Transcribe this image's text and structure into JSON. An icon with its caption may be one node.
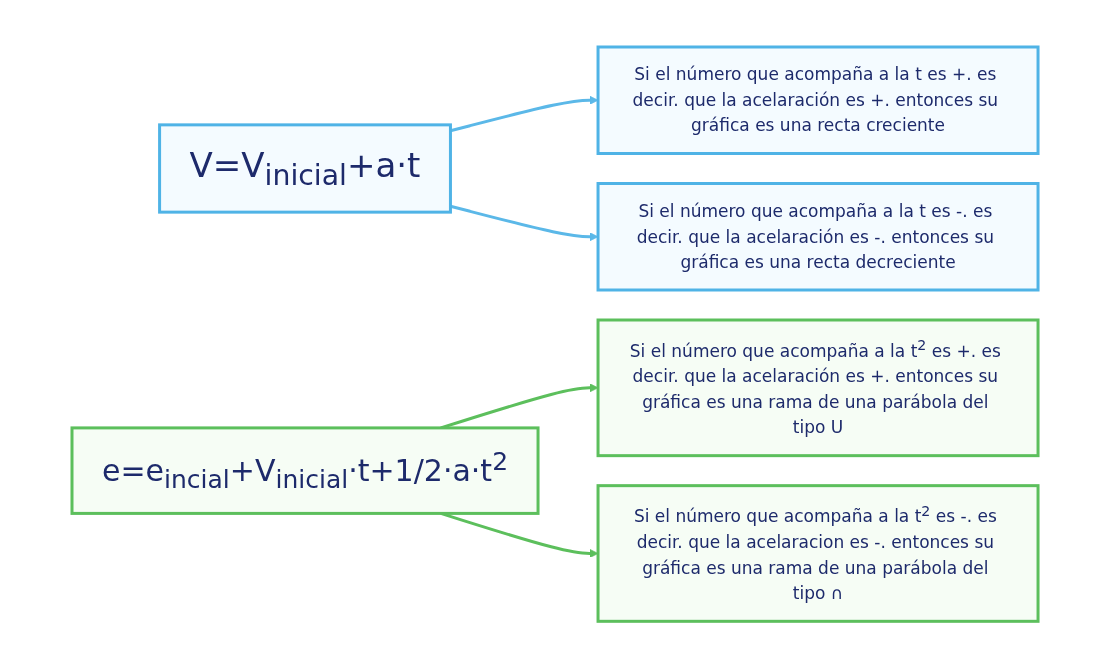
{
  "diagram": {
    "nodes": [
      {
        "text": [
          "V=V$_{inicial}$+a·t"
        ]
      },
      {
        "text": [
          "Si el número que acompaña a la t es +. es decir. que la acelaración es +. entonces su gráfica es una recta creciente"
        ]
      },
      {
        "text": [
          "Si el número que acompaña a la t es -. es decir. que la acelaración es -. entonces su gráfica es una recta decreciente"
        ]
      },
      {
        "text": [
          "e=e$_{incial}$+V$_{inicial}$·t+1/2·a·t$^{2}$"
        ]
      },
      {
        "text": [
          "Si el número que acompaña a la t$^{2}$ es +. es decir. que la acelaración es +. entonces su gráfica es una rama de una parábola del tipo U"
        ]
      },
      {
        "text": [
          "Si el número que acompaña a la t$^{2}$ es -. es decir. que la acelaracion es -. entonces su gráfica es una rama de una parábola del tipo ∩"
        ]
      }
    ],
    "edges": [
      {
        "from": 0,
        "to": 1,
        "arrow": "to",
        "color": "#5bb8e8"
      },
      {
        "from": 0,
        "to": 2,
        "arrow": "to",
        "color": "#5bb8e8"
      },
      {
        "from": 3,
        "to": 4,
        "arrow": "to",
        "color": "#5cbf5c"
      },
      {
        "from": 3,
        "to": 5,
        "arrow": "to",
        "color": "#5cbf5c"
      }
    ]
  }
}
